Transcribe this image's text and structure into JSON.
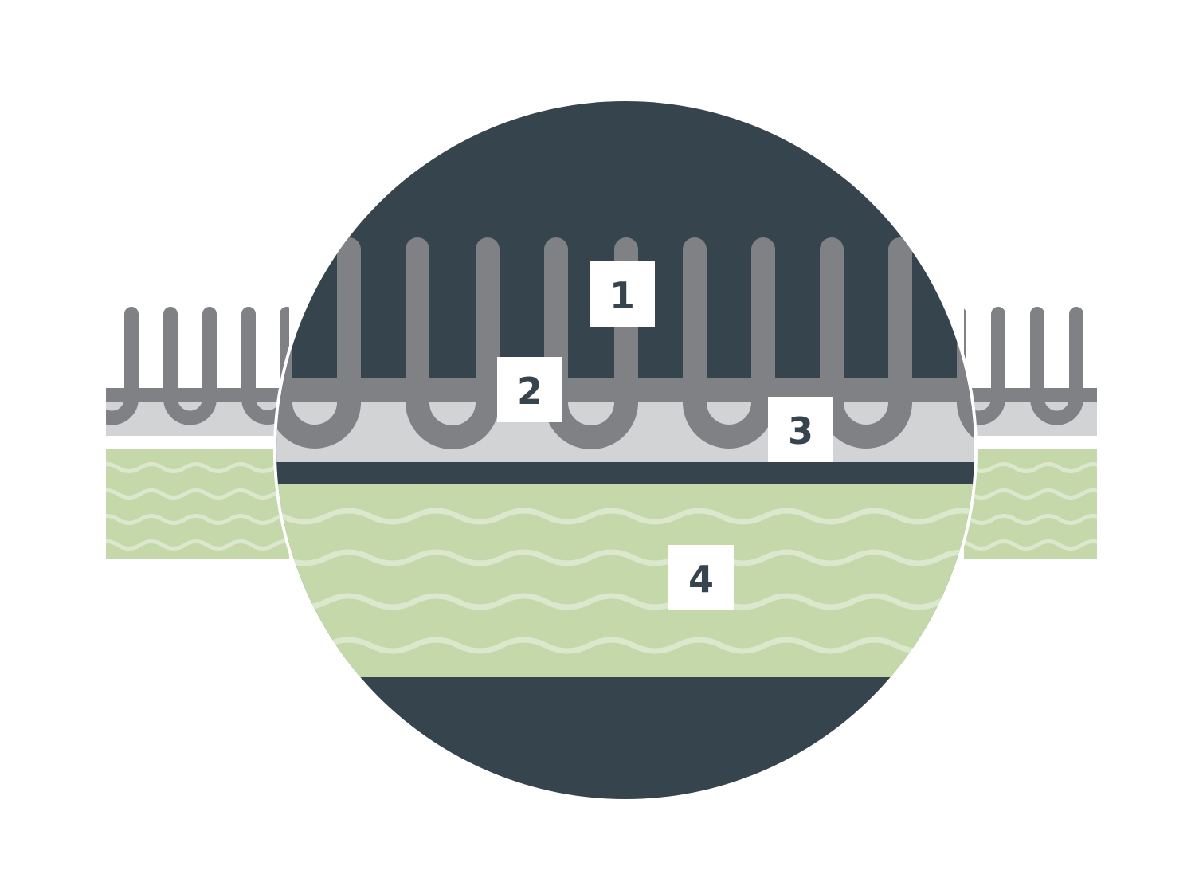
{
  "diagram": {
    "labels": [
      "1",
      "2",
      "3",
      "4"
    ],
    "colors": {
      "dark": "#36444e",
      "pile": "#7f8185",
      "backing": "#d1d3d5",
      "underlay": "#c4d8aa",
      "wave": "#dbe8cd"
    }
  }
}
